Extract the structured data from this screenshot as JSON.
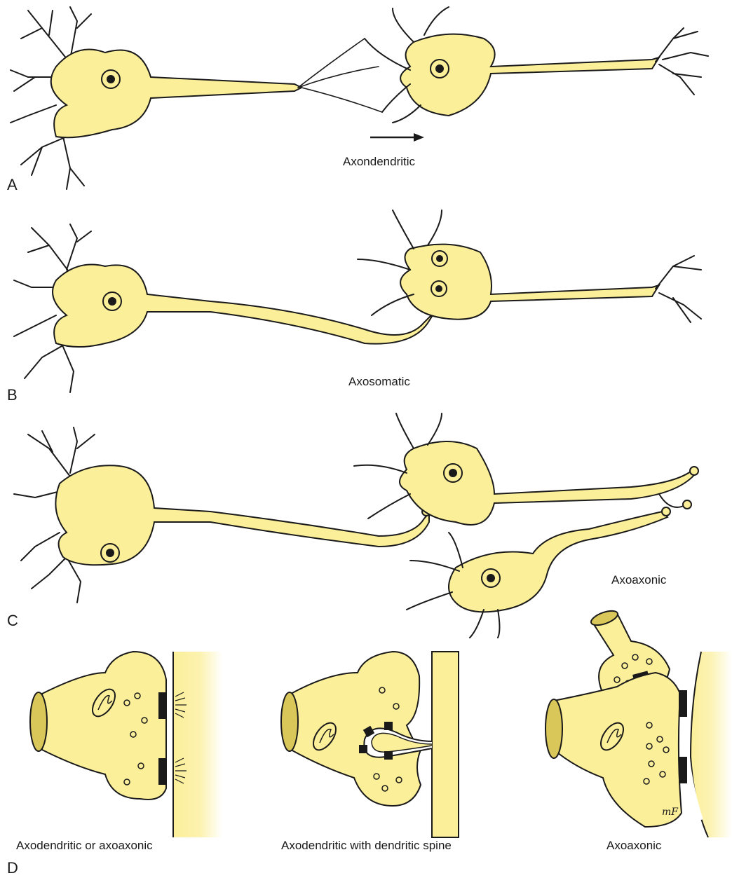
{
  "figure": {
    "colors": {
      "cytoplasm": "#fbef99",
      "outline": "#1a1a1a",
      "membrane_dark": "#1a1a1a",
      "background": "#ffffff"
    },
    "panels": {
      "A": {
        "letter": "A",
        "caption": "Axondendritic"
      },
      "B": {
        "letter": "B",
        "caption": "Axosomatic"
      },
      "C": {
        "letter": "C",
        "caption": "Axoaxonic"
      },
      "D": {
        "letter": "D",
        "captions": [
          "Axodendritic or axoaxonic",
          "Axodendritic with dendritic spine",
          "Axoaxonic"
        ],
        "signature": "mF"
      }
    },
    "icons": [
      "arrow-right-icon",
      "mitochondrion-icon",
      "synaptic-vesicle-icon"
    ]
  }
}
